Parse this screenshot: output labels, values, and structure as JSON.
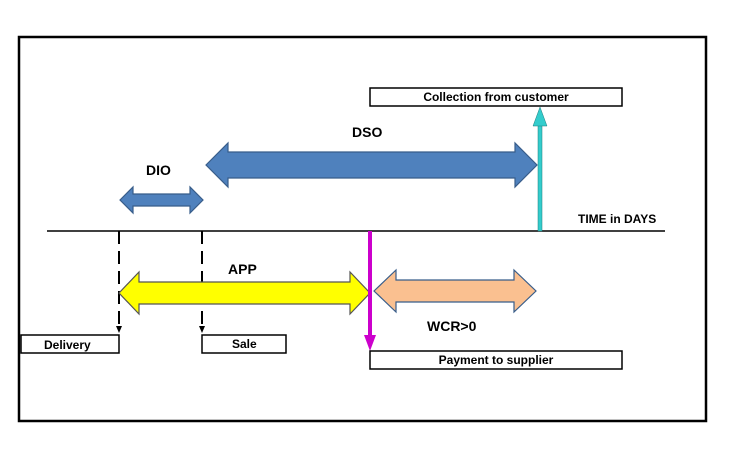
{
  "diagram": {
    "axis_label": "TIME in DAYS",
    "arrows": {
      "dio": "DIO",
      "dso": "DSO",
      "app": "APP",
      "wcr": "WCR>0"
    },
    "events": {
      "delivery": "Delivery",
      "sale": "Sale",
      "payment": "Payment to supplier",
      "collection": "Collection from customer"
    },
    "colors": {
      "dio_fill": "#4f81bd",
      "dso_fill": "#4f81bd",
      "app_fill": "#ffff00",
      "wcr_fill": "#fac090",
      "payment_marker": "#cc00cc",
      "collection_marker": "#33cccc"
    }
  }
}
